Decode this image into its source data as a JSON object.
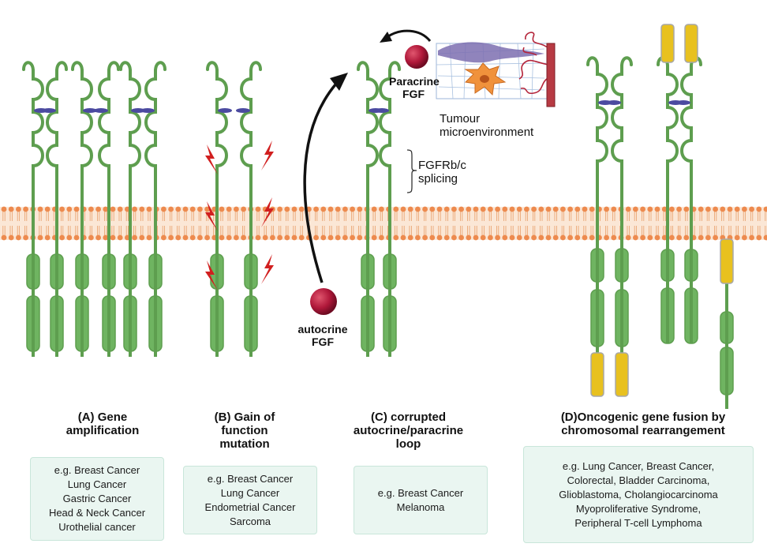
{
  "panels": {
    "a": {
      "title": "(A) Gene\namplification",
      "examples": [
        "e.g. Breast Cancer",
        "Lung Cancer",
        "Gastric Cancer",
        "Head & Neck Cancer",
        "Urothelial cancer"
      ]
    },
    "b": {
      "title": "(B) Gain of\nfunction\nmutation",
      "examples": [
        "e.g. Breast Cancer",
        "Lung Cancer",
        "Endometrial Cancer",
        "Sarcoma"
      ]
    },
    "c": {
      "title": "(C) corrupted\nautocrine/paracrine\nloop",
      "examples": [
        "e.g. Breast Cancer",
        "Melanoma"
      ]
    },
    "d": {
      "title": "(D)Oncogenic gene fusion by\nchromosomal rearrangement",
      "examples": [
        "e.g.  Lung Cancer, Breast Cancer,",
        "Colorectal, Bladder Carcinoma,",
        "Glioblastoma, Cholangiocarcinoma",
        "Myoproliferative Syndrome,",
        "Peripheral T-cell Lymphoma"
      ]
    }
  },
  "labels": {
    "paracrine": "Paracrine\nFGF",
    "autocrine": "autocrine\nFGF",
    "tumour": "Tumour\nmicroenvironment",
    "splicing": "FGFRb/c\nsplicing"
  },
  "colors": {
    "receptor": "#5e9e4f",
    "receptor_fill": "#6fb461",
    "membrane": "#e8a06a",
    "membrane_head": "#ed8a4e",
    "ligand": "#b0183a",
    "bolt": "#d11f1f",
    "fusion": "#e8c11f",
    "box_bg": "#eaf6f1"
  }
}
